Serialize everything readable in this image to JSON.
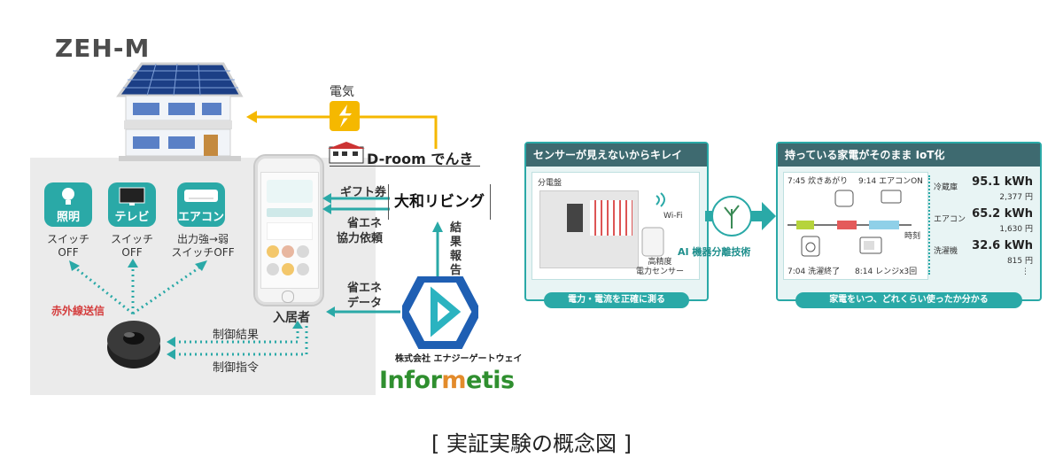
{
  "left_diagram": {
    "title": "ZEH-M",
    "electricity_label": "電気",
    "provider": "D-room でんき",
    "gift_label": "ギフト券",
    "request_label_1": "省エネ",
    "request_label_2": "協力依頼",
    "company": "大和リビング",
    "report_label": "結果報告",
    "data_label_1": "省エネ",
    "data_label_2": "データ",
    "resident_label": "入居者",
    "control_result": "制御結果",
    "control_command": "制御指令",
    "ir_label": "赤外線送信",
    "appliances": [
      {
        "name": "照明",
        "caption_1": "スイッチ",
        "caption_2": "OFF",
        "icon": "bulb-icon"
      },
      {
        "name": "テレビ",
        "caption_1": "スイッチ",
        "caption_2": "OFF",
        "icon": "tv-icon"
      },
      {
        "name": "エアコン",
        "caption_1": "出力強→弱",
        "caption_2": "スイッチOFF",
        "icon": "aircon-icon"
      }
    ],
    "energy_gateway_name": "株式会社 エナジーゲートウェイ",
    "informetis_part1": "Infor",
    "informetis_part2": "m",
    "informetis_part3": "etis"
  },
  "right_diagram": {
    "left_panel_title": "センサーが見えないからキレイ",
    "left_panel_footer": "電力・電流を正確に測る",
    "breaker_label": "分電盤",
    "wifi_label": "Wi-Fi",
    "sensor_label_1": "高精度",
    "sensor_label_2": "電力センサー",
    "ai_label": "AI 機器分離技術",
    "right_panel_title": "持っている家電がそのまま IoT化",
    "right_panel_footer": "家電をいつ、どれくらい使ったか分かる",
    "events_top": [
      "7:45 炊きあがり",
      "9:14 エアコンON"
    ],
    "events_bottom": [
      "7:04 洗濯終了",
      "8:14 レンジx3回"
    ],
    "time_axis_label": "時刻",
    "usage": [
      {
        "appliance": "冷蔵庫",
        "kwh": "95.1 kWh",
        "yen": "2,377 円"
      },
      {
        "appliance": "エアコン",
        "kwh": "65.2 kWh",
        "yen": "1,630 円"
      },
      {
        "appliance": "洗濯機",
        "kwh": "32.6 kWh",
        "yen": "815 円"
      }
    ],
    "more": "⋮"
  },
  "caption": "[ 実証実験の概念図 ]",
  "colors": {
    "teal": "#2aa9a7",
    "arrow_yellow": "#f5b800",
    "dark_panel": "#3e6a70",
    "gray_bg": "#ebebeb"
  }
}
